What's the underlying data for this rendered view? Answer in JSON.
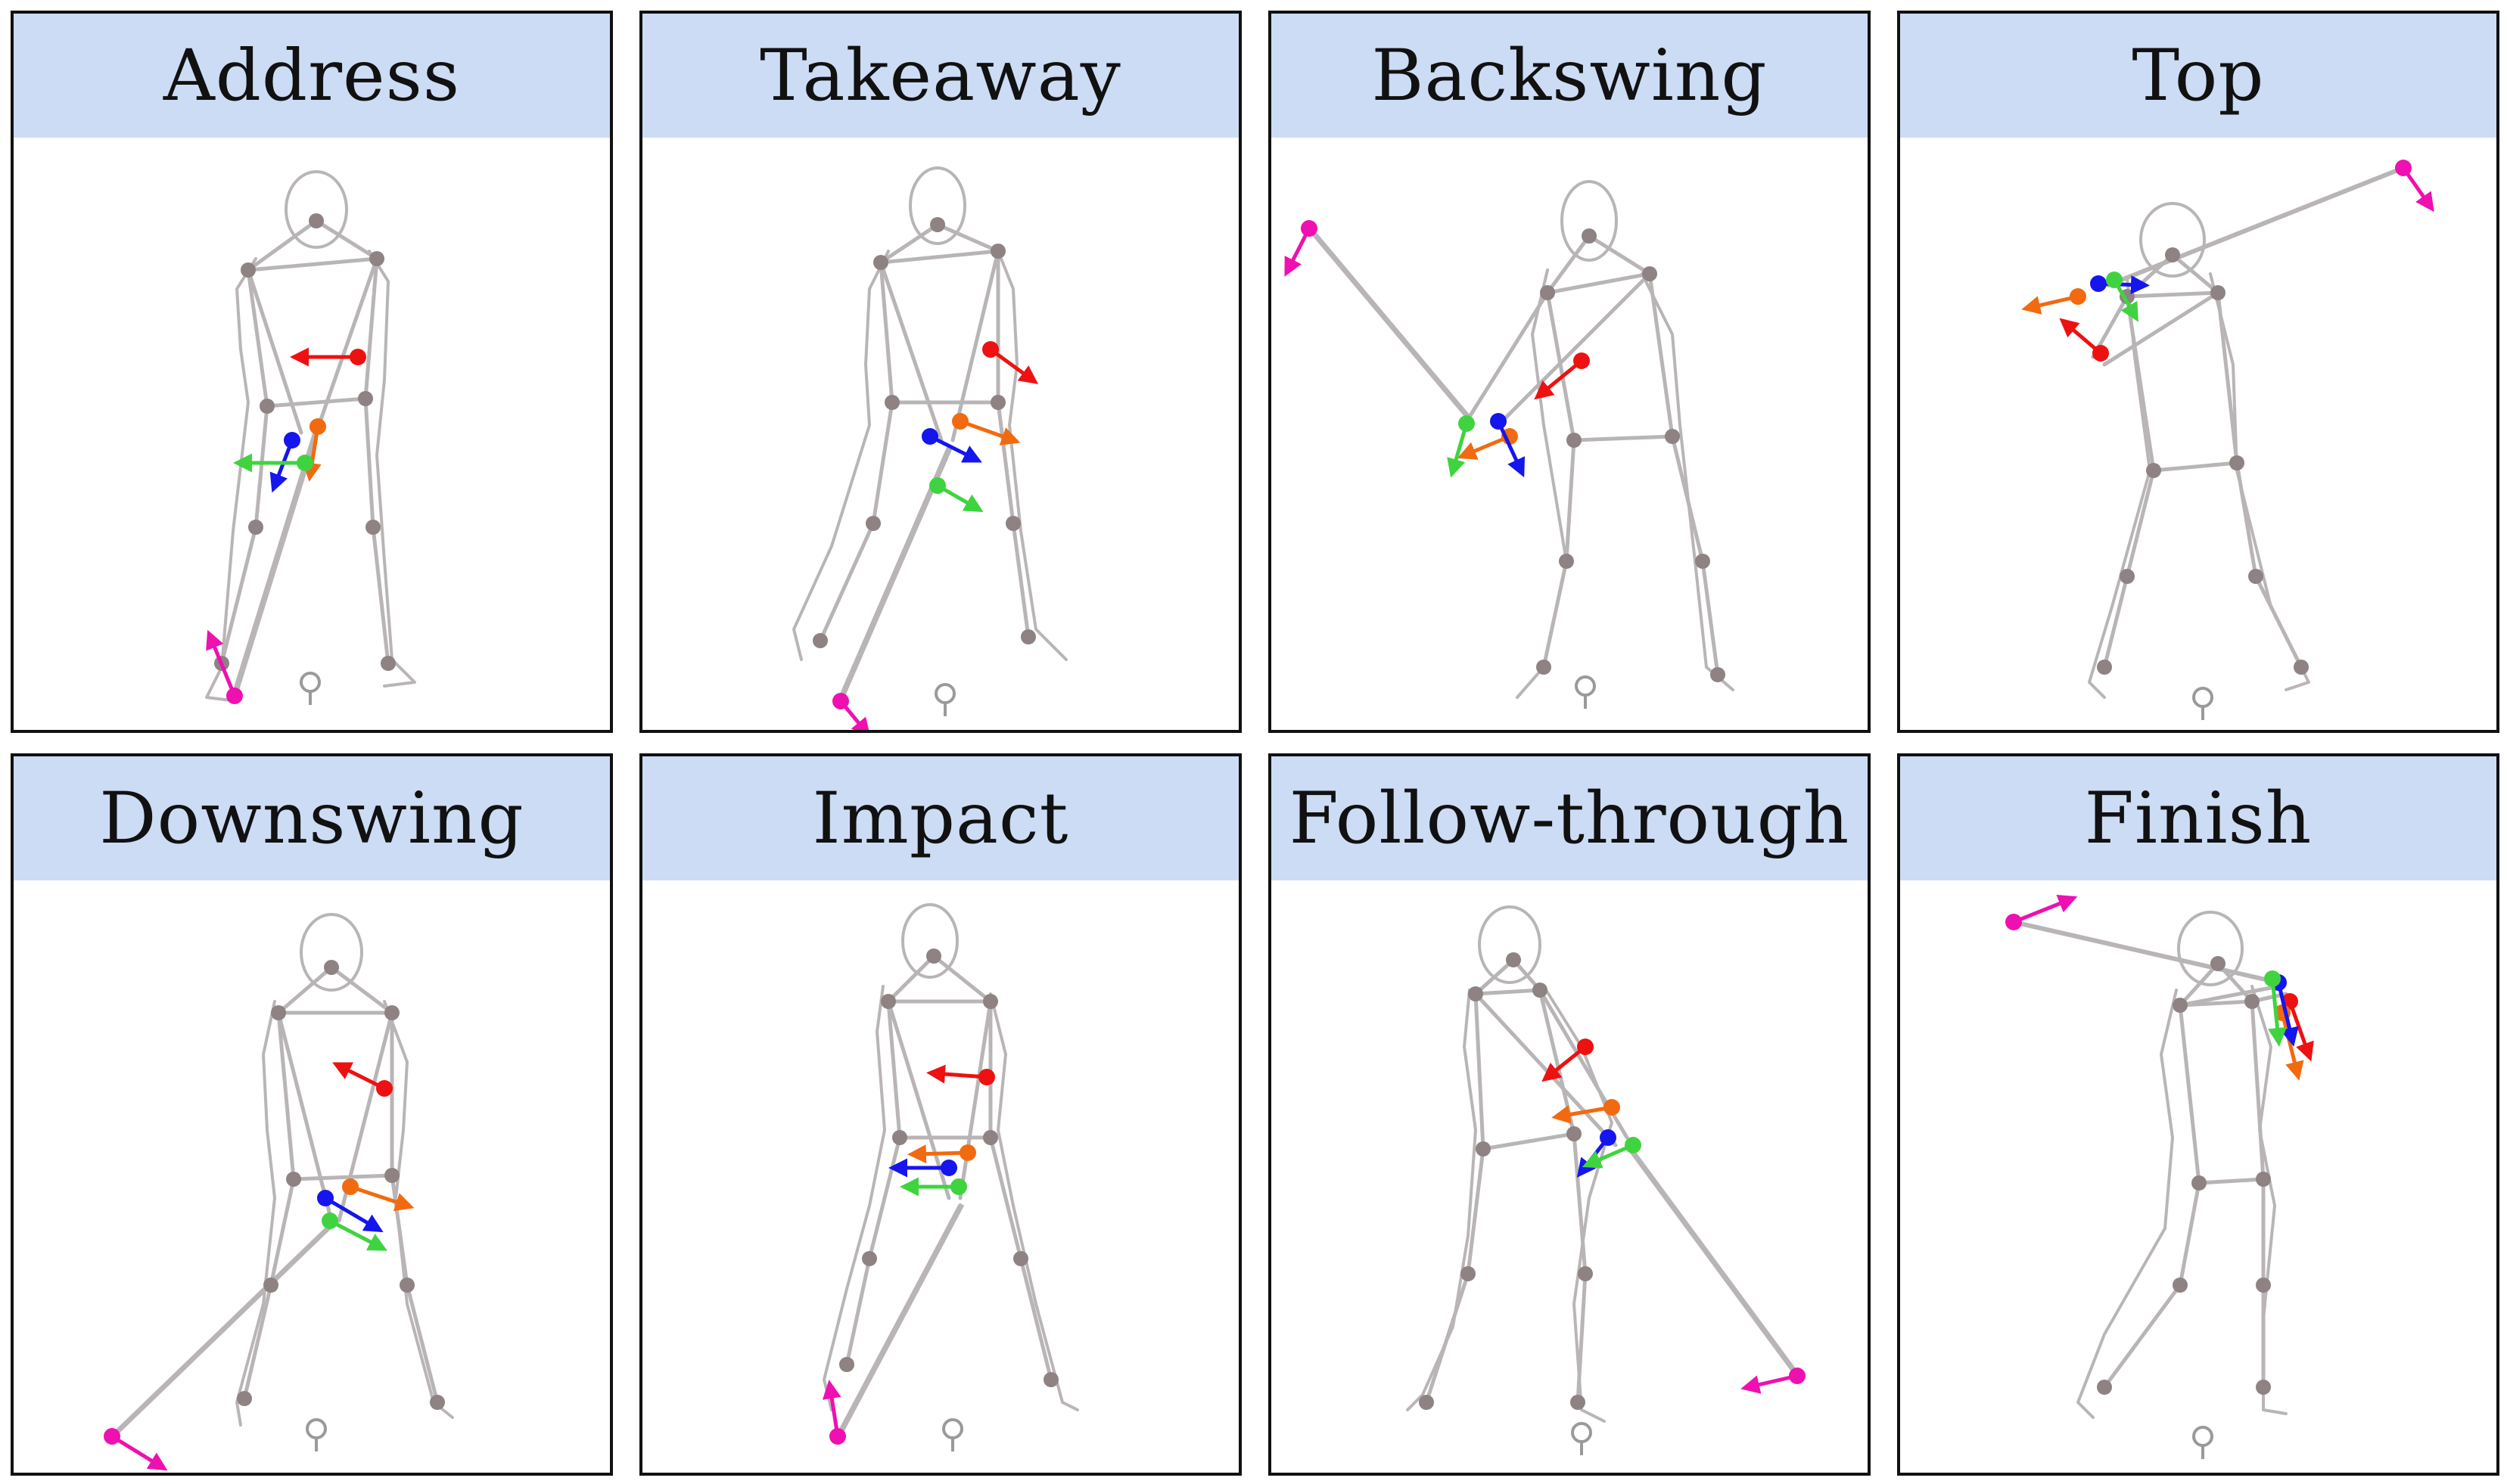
{
  "phases": [
    {
      "title": "Address"
    },
    {
      "title": "Takeaway"
    },
    {
      "title": "Backswing"
    },
    {
      "title": "Top"
    },
    {
      "title": "Downswing"
    },
    {
      "title": "Impact"
    },
    {
      "title": "Follow-through"
    },
    {
      "title": "Finish"
    }
  ],
  "colors": {
    "header_bg": "#cddcf5",
    "border": "#111111",
    "skeleton_line": "#b9b5b6",
    "joint": "#8e8283",
    "marker_red": "#ee1111",
    "marker_orange": "#f26a10",
    "marker_blue": "#1515ee",
    "marker_green": "#3fd43f",
    "marker_magenta": "#ee10b0"
  },
  "marker_icons": [
    "red-marker-arrow",
    "orange-marker-arrow",
    "blue-marker-arrow",
    "green-marker-arrow",
    "magenta-clubhead-arrow"
  ]
}
